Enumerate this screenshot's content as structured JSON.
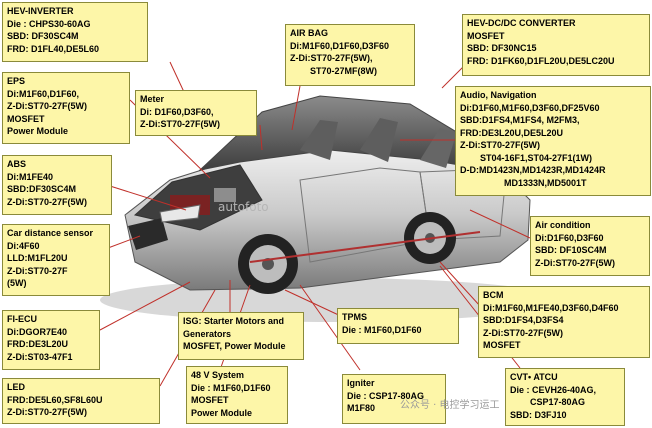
{
  "hev_inverter": {
    "title": "HEV-INVERTER",
    "lines": [
      "Die : CHPS30-60AG",
      "SBD: DF30SC4M",
      "FRD: D1FL40,DE5L60"
    ]
  },
  "eps": {
    "title": "EPS",
    "lines": [
      "Di:M1F60,D1F60,",
      "Z-Di:ST70-27F(5W)",
      "MOSFET",
      "Power Module"
    ]
  },
  "meter": {
    "title": "Meter",
    "lines": [
      "Di: D1F60,D3F60,",
      "Z-Di:ST70-27F(5W)"
    ]
  },
  "airbag": {
    "title": "AIR BAG",
    "lines": [
      "Di:M1F60,D1F60,D3F60",
      "Z-Di:ST70-27F(5W),",
      "ST70-27MF(8W)"
    ]
  },
  "hev_dcdc": {
    "title": "HEV-DC/DC CONVERTER",
    "lines": [
      "MOSFET",
      "SBD: DF30NC15",
      "FRD: D1FK60,D1FL20U,DE5LC20U"
    ]
  },
  "audio": {
    "title": "Audio, Navigation",
    "lines": [
      "Di:D1F60,M1F60,D3F60,DF25V60",
      "SBD:D1FS4,M1FS4, M2FM3,",
      "FRD:DE3L20U,DE5L20U",
      "Z-Di:ST70-27F(5W)",
      "ST04-16F1,ST04-27F1(1W)",
      "D-D:MD1423N,MD1423R,MD1424R",
      "MD1333N,MD5001T"
    ]
  },
  "abs": {
    "title": "ABS",
    "lines": [
      "Di:M1FE40",
      "SBD:DF30SC4M",
      "Z-Di:ST70-27F(5W)"
    ]
  },
  "car_distance": {
    "title": "Car distance sensor",
    "lines": [
      "Di:4F60",
      "LLD:M1FL20U",
      "Z-Di:ST70-27F",
      "(5W)"
    ]
  },
  "air_condition": {
    "title": "Air condition",
    "lines": [
      "Di:D1F60,D3F60",
      "SBD: DF10SC4M",
      "Z-Di:ST70-27F(5W)"
    ]
  },
  "bcm": {
    "title": "BCM",
    "lines": [
      "Di:M1F60,M1FE40,D3F60,D4F60",
      "SBD:D1FS4,D3FS4",
      "Z-Di:ST70-27F(5W)",
      "MOSFET"
    ]
  },
  "fi_ecu": {
    "title": "FI-ECU",
    "lines": [
      "Di:DGOR7E40",
      "FRD:DE3L20U",
      "Z-Di:ST03-47F1"
    ]
  },
  "isg": {
    "title": "ISG: Starter Motors and",
    "lines": [
      "Generators",
      "MOSFET, Power Module"
    ]
  },
  "tpms": {
    "title": "TPMS",
    "lines": [
      "Die : M1F60,D1F60"
    ]
  },
  "led": {
    "title": "LED",
    "lines": [
      "FRD:DE5L60,SF8L60U",
      "Z-Di:ST70-27F(5W)"
    ]
  },
  "v48": {
    "title": "48 V System",
    "lines": [
      "Die : M1F60,D1F60",
      "MOSFET",
      "Power Module"
    ]
  },
  "igniter": {
    "title": "Igniter",
    "lines": [
      "Die : CSP17-80AG",
      "M1F80"
    ]
  },
  "cvt": {
    "title": "CVT• ATCU",
    "lines": [
      "Die : CEVH26-40AG,",
      "CSP17-80AG",
      "SBD: D3FJ10"
    ]
  },
  "watermark": "公众号 · 电控学习运工",
  "car_watermark": "autofoto"
}
